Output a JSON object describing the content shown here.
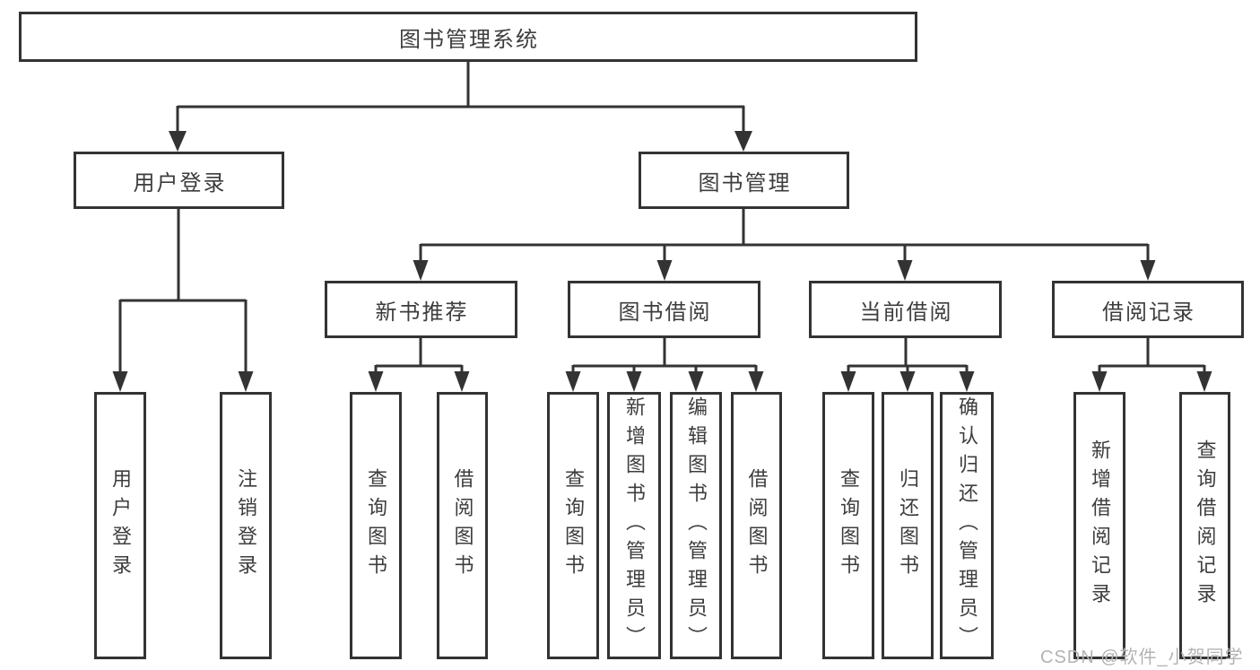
{
  "diagram": {
    "type": "tree",
    "root": {
      "label": "图书管理系统"
    },
    "level2": [
      {
        "label": "用户登录",
        "parent": "图书管理系统"
      },
      {
        "label": "图书管理",
        "parent": "图书管理系统"
      }
    ],
    "level3": [
      {
        "label": "新书推荐",
        "parent": "图书管理"
      },
      {
        "label": "图书借阅",
        "parent": "图书管理"
      },
      {
        "label": "当前借阅",
        "parent": "图书管理"
      },
      {
        "label": "借阅记录",
        "parent": "图书管理"
      }
    ],
    "leaves": [
      {
        "label": "用户登录",
        "parent": "用户登录"
      },
      {
        "label": "注销登录",
        "parent": "用户登录"
      },
      {
        "label": "查询图书",
        "parent": "新书推荐"
      },
      {
        "label": "借阅图书",
        "parent": "新书推荐"
      },
      {
        "label": "查询图书",
        "parent": "图书借阅"
      },
      {
        "label": "新增图书（管理员）",
        "parent": "图书借阅"
      },
      {
        "label": "编辑图书（管理员）",
        "parent": "图书借阅"
      },
      {
        "label": "借阅图书",
        "parent": "图书借阅"
      },
      {
        "label": "查询图书",
        "parent": "当前借阅"
      },
      {
        "label": "归还图书",
        "parent": "当前借阅"
      },
      {
        "label": "确认归还（管理员）",
        "parent": "当前借阅"
      },
      {
        "label": "新增借阅记录",
        "parent": "借阅记录"
      },
      {
        "label": "查询借阅记录",
        "parent": "借阅记录"
      }
    ]
  },
  "watermark": {
    "text": "CSDN @软件_小贺同学"
  },
  "colors": {
    "line": "#333333",
    "box_border": "#333333",
    "text": "#3d3d3d",
    "watermark": "#b3b3b3",
    "background": "#ffffff"
  }
}
